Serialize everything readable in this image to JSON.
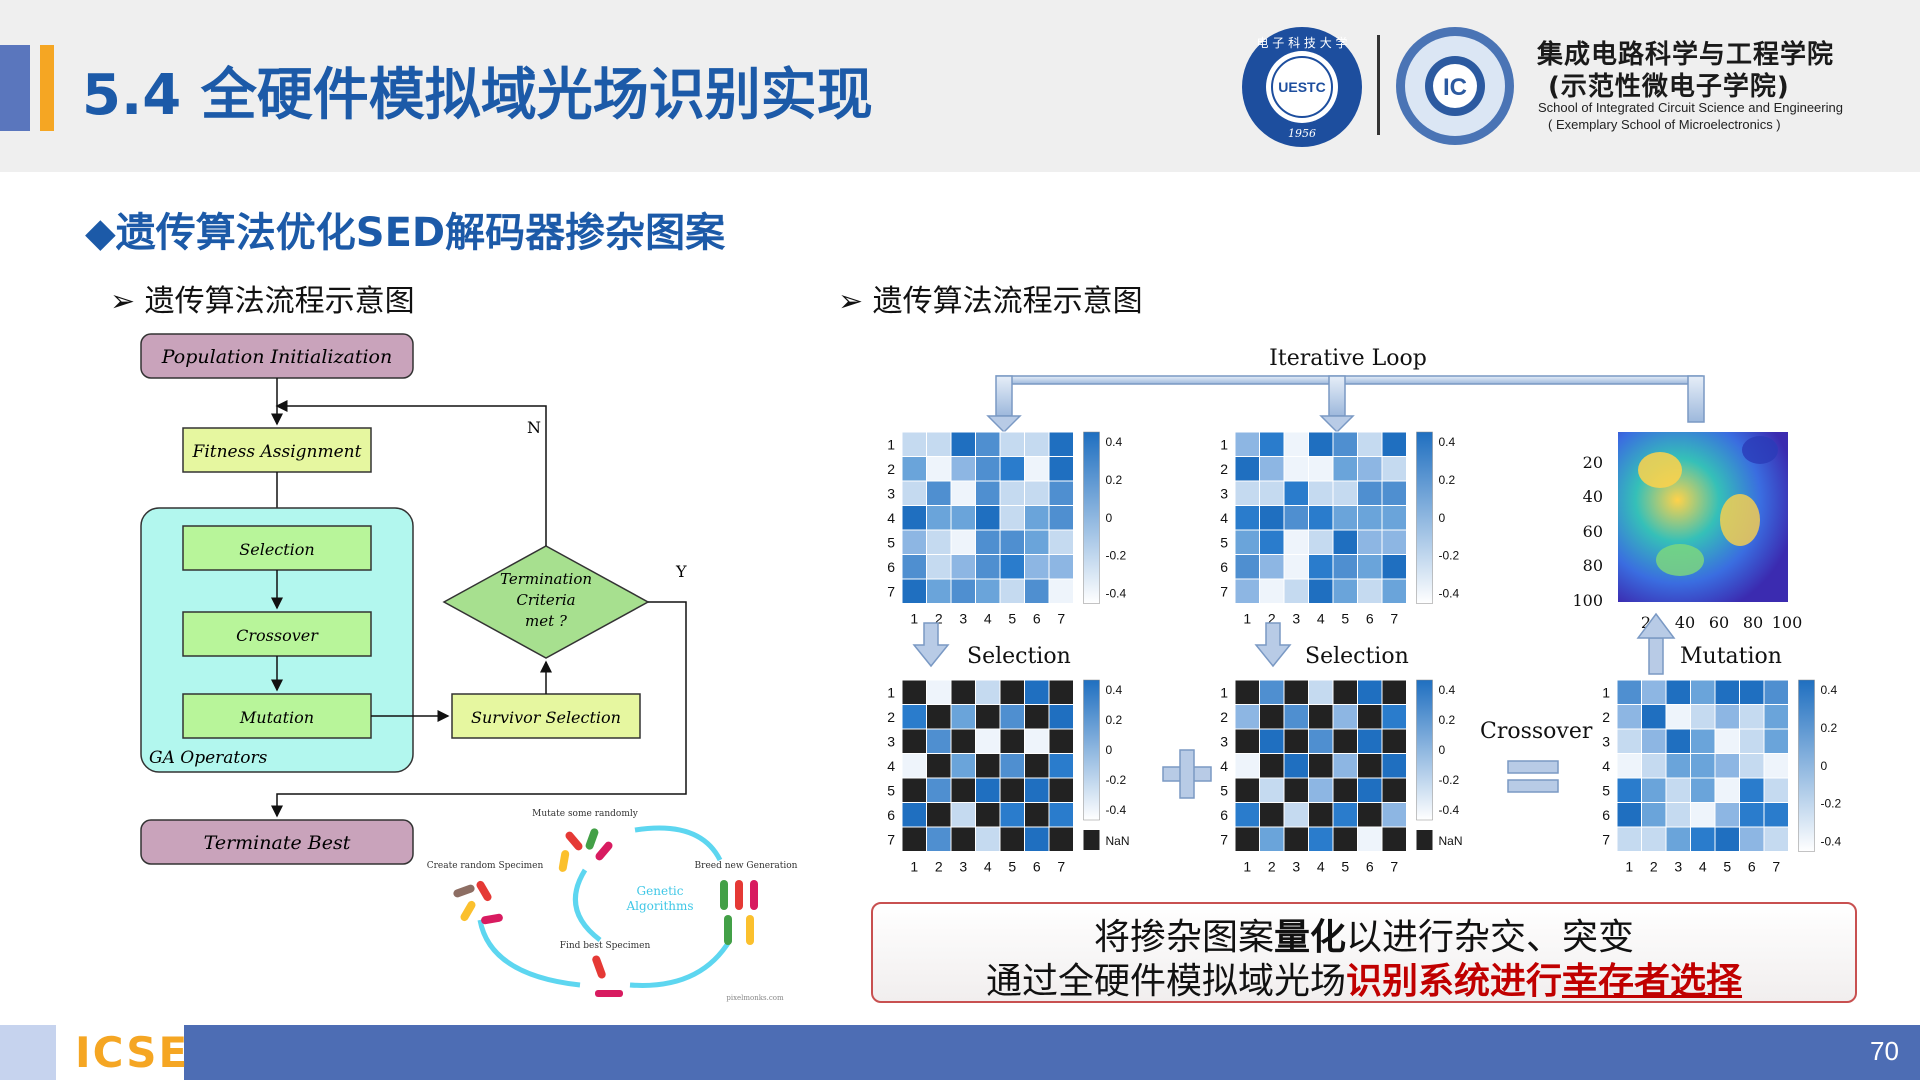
{
  "header": {
    "title": "5.4 全硬件模拟域光场识别实现",
    "logo1": {
      "text": "UESTC",
      "year": "1956",
      "chars": "电 子 科 技 大 学"
    },
    "logo2": {
      "text": "IC"
    },
    "school_cn_line1": "集成电路科学与工程学院",
    "school_cn_line2": "(示范性微电子学院)",
    "school_en_line1": "School of Integrated Circuit Science and Engineering",
    "school_en_line2": "( Exemplary School of Microelectronics )"
  },
  "section_heading": "◆遗传算法优化SED解码器掺杂图案",
  "left_panel": {
    "subtitle": "➢ 遗传算法流程示意图",
    "flowchart": {
      "init": "Population Initialization",
      "fitness": "Fitness Assignment",
      "selection": "Selection",
      "crossover": "Crossover",
      "mutation": "Mutation",
      "group": "GA Operators",
      "decision_l1": "Termination",
      "decision_l2": "Criteria",
      "decision_l3": "met ?",
      "survivor": "Survivor Selection",
      "terminate": "Terminate Best",
      "no_label": "N",
      "yes_label": "Y"
    },
    "cycle": {
      "mutate": "Mutate some randomly",
      "create": "Create random Specimen",
      "breed": "Breed new Generation",
      "find": "Find best Specimen",
      "center_l1": "Genetic",
      "center_l2": "Algorithms",
      "credit": "pixelmonks.com"
    }
  },
  "right_panel": {
    "subtitle": "➢ 遗传算法流程示意图",
    "loop_label": "Iterative Loop",
    "selection1": "Selection",
    "selection2": "Selection",
    "mutation": "Mutation",
    "crossover": "Crossover",
    "nan_label": "NaN",
    "grid_ticks": [
      "1",
      "2",
      "3",
      "4",
      "5",
      "6",
      "7"
    ],
    "cb_ticks_top": [
      "0.4",
      "0.2",
      "0",
      "-0.2",
      "-0.4"
    ],
    "field_yticks": [
      "20",
      "40",
      "60",
      "80",
      "100"
    ],
    "field_xticks": [
      "20",
      "40",
      "60",
      "80",
      "100"
    ]
  },
  "caption": {
    "line1_a": "将掺杂图案",
    "line1_b": "量化",
    "line1_c": "以进行杂交、突变",
    "line2_a": "通过全硬件模拟域光场",
    "line2_b": "识别系统进行",
    "line2_c": "幸存者选择"
  },
  "footer": {
    "brand": "ICSE",
    "page": "70"
  }
}
